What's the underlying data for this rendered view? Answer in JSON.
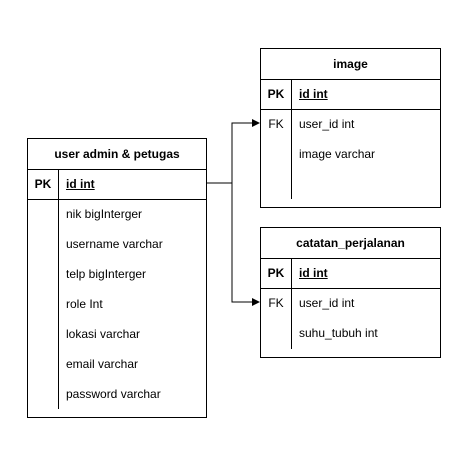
{
  "entities": {
    "user": {
      "title": "user admin & petugas",
      "pk": {
        "key": "PK",
        "field": "id int"
      },
      "fields": [
        "nik bigInterger",
        "username varchar",
        "telp bigInterger",
        "role Int",
        "lokasi varchar",
        "email varchar",
        "password varchar"
      ]
    },
    "image": {
      "title": "image",
      "pk": {
        "key": "PK",
        "field": "id int"
      },
      "fields": [
        {
          "key": "FK",
          "field": "user_id int"
        },
        {
          "key": "",
          "field": "image varchar"
        }
      ]
    },
    "catatan": {
      "title": "catatan_perjalanan",
      "pk": {
        "key": "PK",
        "field": "id int"
      },
      "fields": [
        {
          "key": "FK",
          "field": "user_id int"
        },
        {
          "key": "",
          "field": "suhu_tubuh int"
        }
      ]
    }
  }
}
